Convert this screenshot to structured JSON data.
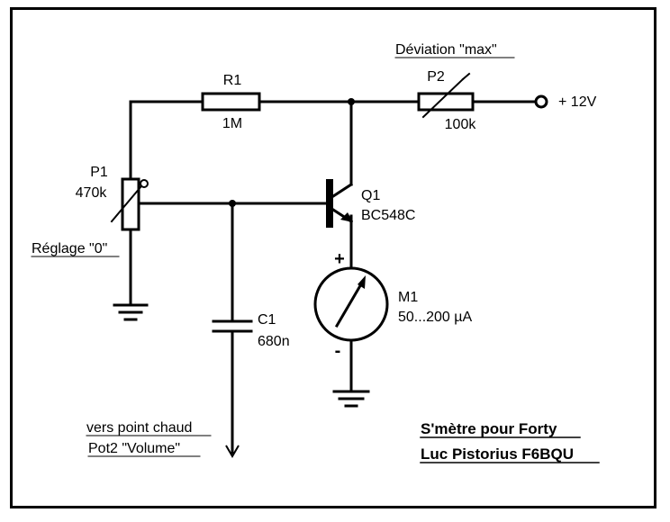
{
  "labels": {
    "r1_name": "R1",
    "r1_value": "1M",
    "p2_title": "Déviation \"max\"",
    "p2_name": "P2",
    "p2_value": "100k",
    "supply": "+ 12V",
    "p1_name": "P1",
    "p1_value": "470k",
    "p1_title": "Réglage \"0\"",
    "q1_name": "Q1",
    "q1_type": "BC548C",
    "m1_name": "M1",
    "m1_range": "50...200 µA",
    "c1_name": "C1",
    "c1_value": "680n",
    "meter_plus": "+",
    "meter_minus": "-",
    "input_line1": "vers point chaud",
    "input_line2": "Pot2 \"Volume\"",
    "title_line1": "S'mètre pour Forty",
    "title_line2": "Luc Pistorius F6BQU"
  }
}
